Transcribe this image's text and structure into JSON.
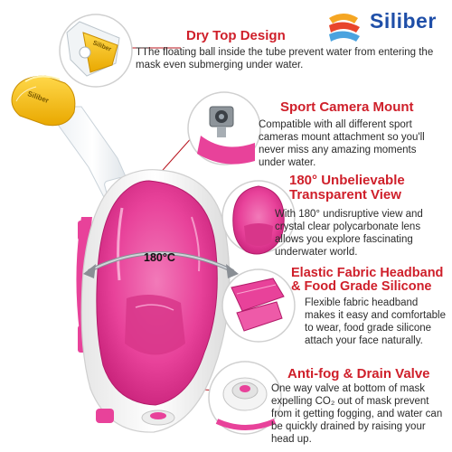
{
  "brand": {
    "name": "Siliber",
    "logo_colors": [
      "#f5a623",
      "#e8452c",
      "#4aa3df",
      "#1f4fa8"
    ],
    "tube_band_text": "Siliber"
  },
  "mask": {
    "angle_label": "180°C",
    "frame_color": "#f4f4f4",
    "lens_color": "#e8429a"
  },
  "features": {
    "dry_top": {
      "title": "Dry Top Design",
      "text": "TThe floating ball inside the tube prevent water from entering the mask even submerging under water."
    },
    "camera_mount": {
      "title": "Sport Camera Mount",
      "text": "Compatible with all different sport cameras mount attachment so you'll never miss any amazing moments under water."
    },
    "view": {
      "title": "180° Unbelievable Transparent View",
      "text": "With 180° undisruptive view and crystal clear polycarbonate lens allows you explore fascinating underwater world."
    },
    "headband": {
      "title": "Elastic Fabric Headband & Food Grade Silicone",
      "text": "Flexible fabric headband makes it easy and comfortable to wear, food grade silicone attach your face naturally."
    },
    "valve": {
      "title": "Anti-fog & Drain Valve",
      "text": "One way valve at bottom of mask expelling CO₂ out of mask prevent from it getting fogging, and water can be quickly drained by raising your head up."
    }
  },
  "colors": {
    "heading": "#cf1f2a",
    "body_text": "#2b2b2b",
    "accent_pink": "#e8429a",
    "tube_yellow": "#f7c325",
    "leader_line": "#b8141e"
  }
}
